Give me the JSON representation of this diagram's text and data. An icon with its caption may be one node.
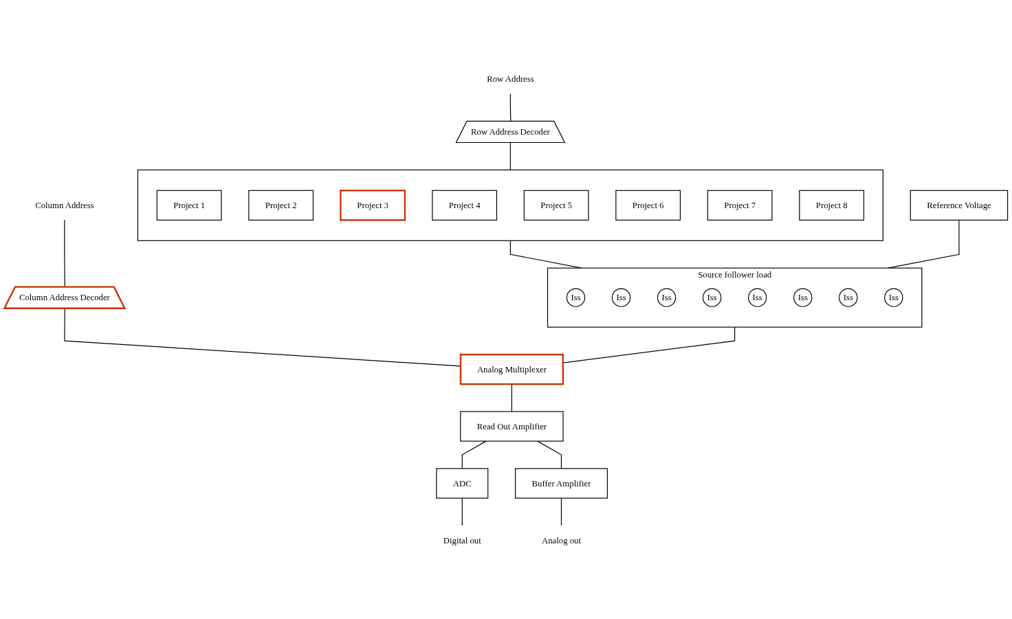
{
  "diagram": {
    "nodes": [
      {
        "text": [
          "Row Address"
        ]
      },
      {
        "text": [
          "Row Address Decoder"
        ]
      },
      {
        "text": [],
        "shape": "box"
      },
      {
        "text": [
          "Project 1"
        ],
        "in": 2
      },
      {
        "text": [
          "Project 2"
        ],
        "in": 2
      },
      {
        "text": [
          "Project 3"
        ],
        "in": 2
      },
      {
        "text": [
          "Project 4"
        ],
        "in": 2
      },
      {
        "text": [
          "Project 5"
        ],
        "in": 2
      },
      {
        "text": [
          "Project 6"
        ],
        "in": 2
      },
      {
        "text": [
          "Project 7"
        ],
        "in": 2
      },
      {
        "text": [
          "Project 8"
        ],
        "in": 2
      },
      {
        "text": [
          "Reference Voltage"
        ]
      },
      {
        "text": [
          "Source follower load"
        ]
      },
      {
        "text": [
          "Iss"
        ],
        "in": 12
      },
      {
        "text": [
          "Iss"
        ],
        "in": 12
      },
      {
        "text": [
          "Iss"
        ],
        "in": 12
      },
      {
        "text": [
          "Iss"
        ],
        "in": 12
      },
      {
        "text": [
          "Iss"
        ],
        "in": 12
      },
      {
        "text": [
          "Iss"
        ],
        "in": 12
      },
      {
        "text": [
          "Iss"
        ],
        "in": 12
      },
      {
        "text": [
          "Iss"
        ],
        "in": 12
      },
      {
        "text": [
          "Column Address"
        ]
      },
      {
        "text": [
          "Column Address Decoder"
        ]
      },
      {
        "text": [
          "Analog Multiplexer"
        ]
      },
      {
        "text": [
          "Read Out Amplifier"
        ]
      },
      {
        "text": [
          "ADC"
        ]
      },
      {
        "text": [
          "Digital out"
        ]
      },
      {
        "text": [
          "Buffer Amplifier"
        ]
      },
      {
        "text": [
          "Analog out"
        ]
      }
    ],
    "edges": [
      {
        "from": 0,
        "to": 1,
        "arrow": "none"
      },
      {
        "from": 1,
        "to": 2,
        "arrow": "none"
      },
      {
        "from": 2,
        "to": 12,
        "arrow": "none"
      },
      {
        "from": 11,
        "to": 12,
        "arrow": "none"
      },
      {
        "from": 12,
        "to": 23,
        "arrow": "none"
      },
      {
        "from": 21,
        "to": 22,
        "arrow": "none"
      },
      {
        "from": 22,
        "to": 23,
        "arrow": "none"
      },
      {
        "from": 23,
        "to": 24,
        "arrow": "none"
      },
      {
        "from": 24,
        "to": 25,
        "arrow": "none"
      },
      {
        "from": 25,
        "to": 26,
        "arrow": "none"
      },
      {
        "from": 24,
        "to": 27,
        "arrow": "none"
      },
      {
        "from": 27,
        "to": 28,
        "arrow": "none"
      }
    ]
  }
}
